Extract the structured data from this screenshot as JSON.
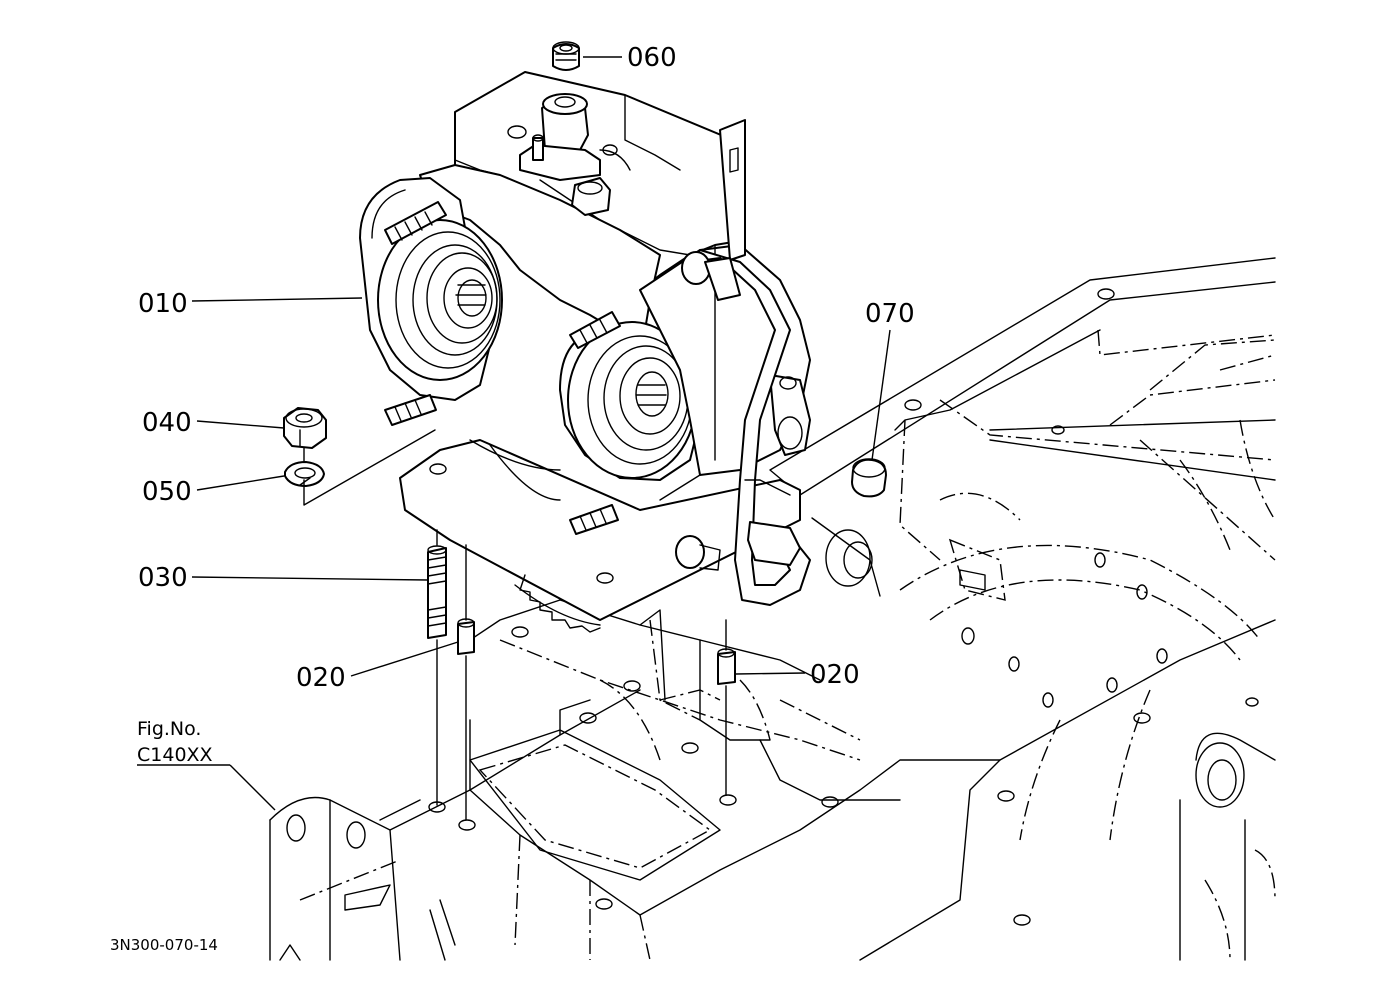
{
  "figure": {
    "fig_no_label": "Fig.No.",
    "fig_no_value": "C140XX",
    "drawing_code": "3N300-070-14"
  },
  "callouts": {
    "c010": "010",
    "c020a": "020",
    "c020b": "020",
    "c030": "030",
    "c040": "040",
    "c050": "050",
    "c060": "060",
    "c070": "070"
  },
  "style": {
    "line_color": "#000000",
    "background": "#ffffff"
  }
}
